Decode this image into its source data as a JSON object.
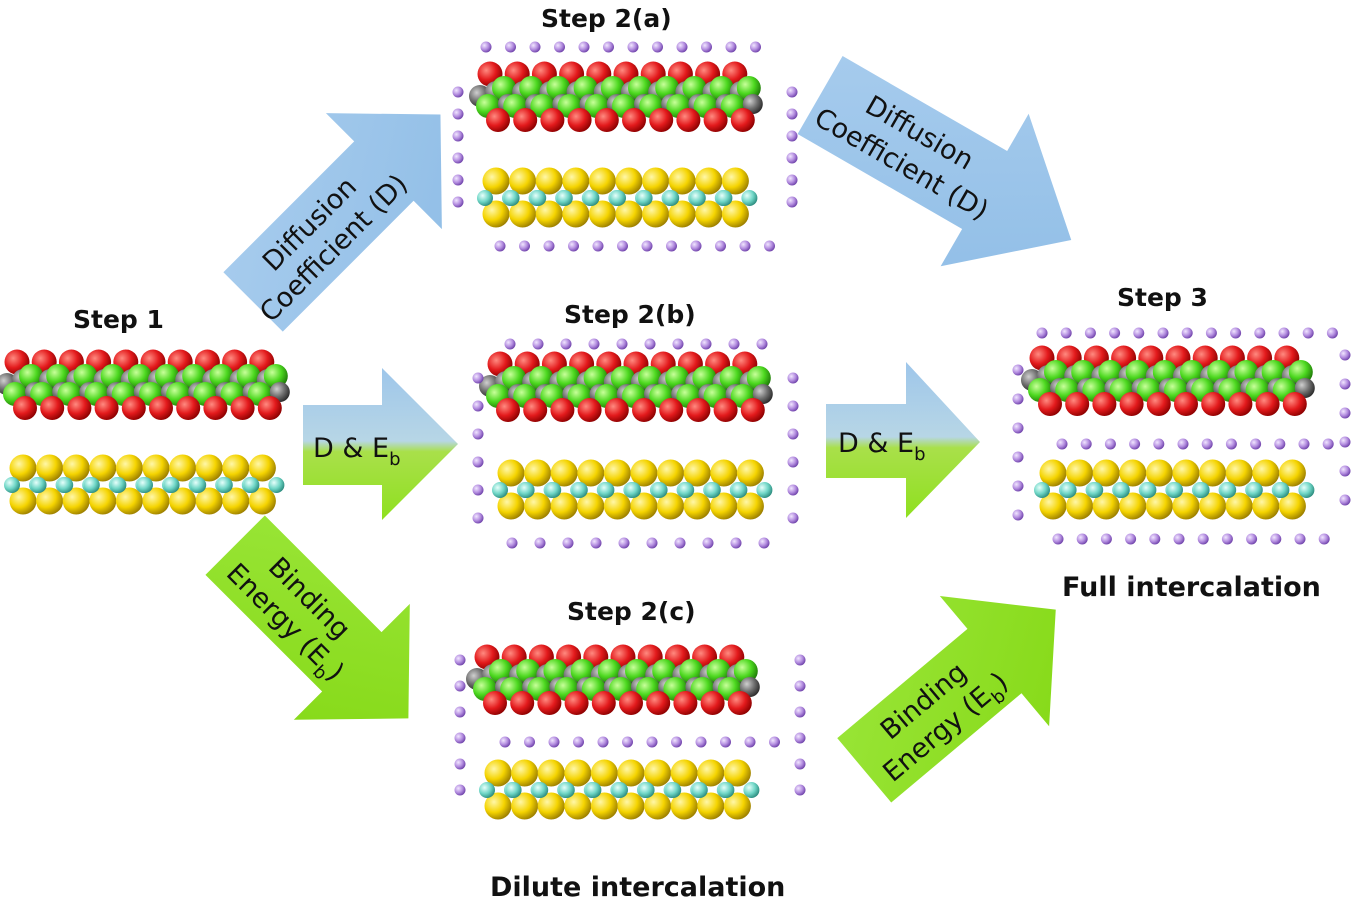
{
  "steps": {
    "step1": "Step 1",
    "step2a": "Step 2(a)",
    "step2b": "Step 2(b)",
    "step2c": "Step 2(c)",
    "step3": "Step 3"
  },
  "captions": {
    "full": "Full intercalation",
    "dilute": "Dilute  intercalation"
  },
  "arrows": {
    "diffusion_line1": "Diffusion",
    "diffusion_line2": "Coefficient (D)",
    "mixed_main": "D & E",
    "mixed_sub": "b",
    "binding_line1": "Binding",
    "binding_line2_main": "Energy (E",
    "binding_line2_sub": "b",
    "binding_line2_close": ")"
  },
  "colors": {
    "oxygen": "#e31a1c",
    "halogen_green": "#4cd81f",
    "carbon_grey": "#6e6e6e",
    "sulfur_yellow": "#f5d400",
    "metal_teal": "#6fd6c6",
    "ion_purple": "#b48ee0",
    "arrow_blue": "#9ec6ea",
    "arrow_green": "#8fe01f"
  }
}
